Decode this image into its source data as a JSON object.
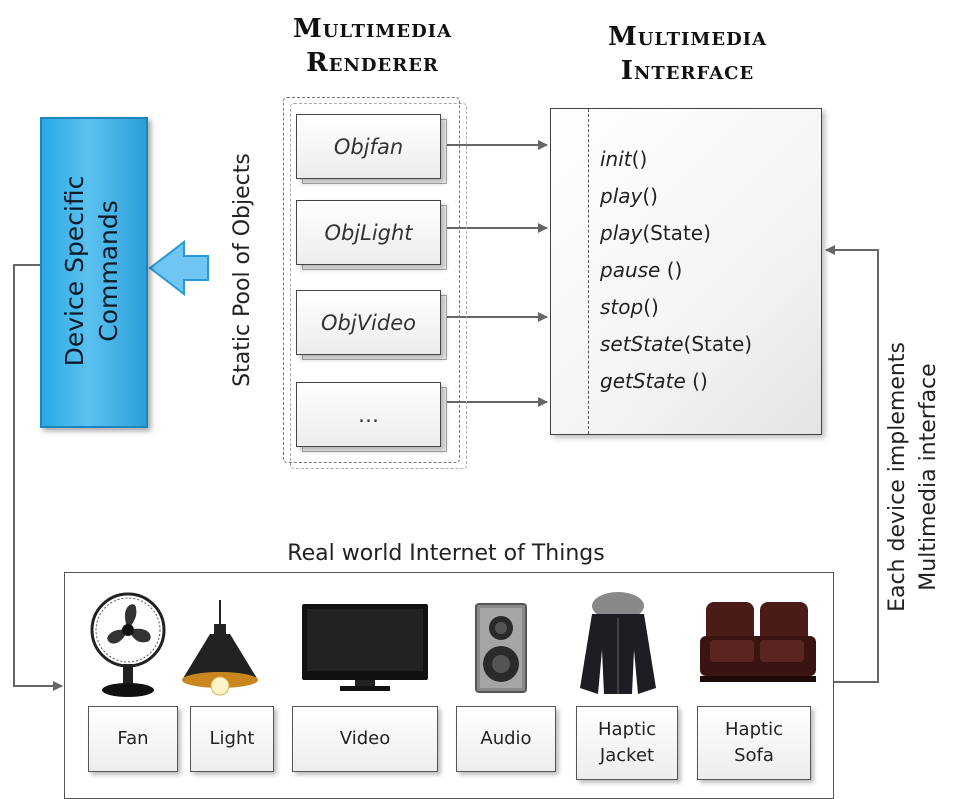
{
  "headings": {
    "renderer": [
      "Multimedia",
      "Renderer"
    ],
    "interface": [
      "Multimedia",
      "Interface"
    ]
  },
  "commands_box": {
    "label": [
      "Device Specific",
      "Commands"
    ]
  },
  "pool_label": "Static Pool of Objects",
  "objects": [
    "Objfan",
    "ObjLight",
    "ObjVideo",
    "…"
  ],
  "interface_methods": [
    {
      "name": "init",
      "args": "()"
    },
    {
      "name": "play",
      "args": "()"
    },
    {
      "name": "play",
      "args": "(State)"
    },
    {
      "name": "pause",
      "args": " ()"
    },
    {
      "name": "stop",
      "args": "()"
    },
    {
      "name": "setState",
      "args": "(State)"
    },
    {
      "name": "getState",
      "args": " ()"
    }
  ],
  "implements_label": [
    "Each device implements",
    "Multimedia interface"
  ],
  "iot": {
    "title": "Real world Internet of Things",
    "devices": [
      {
        "icon": "fan-icon",
        "label": [
          "Fan"
        ]
      },
      {
        "icon": "pendant-lamp-icon",
        "label": [
          "Light"
        ]
      },
      {
        "icon": "television-icon",
        "label": [
          "Video"
        ]
      },
      {
        "icon": "speaker-icon",
        "label": [
          "Audio"
        ]
      },
      {
        "icon": "jacket-icon",
        "label": [
          "Haptic",
          "Jacket"
        ]
      },
      {
        "icon": "sofa-icon",
        "label": [
          "Haptic",
          "Sofa"
        ]
      }
    ]
  },
  "colors": {
    "command_box": "#3bb2ea",
    "arrow": "#666666",
    "big_arrow": "#5bbcf0"
  }
}
